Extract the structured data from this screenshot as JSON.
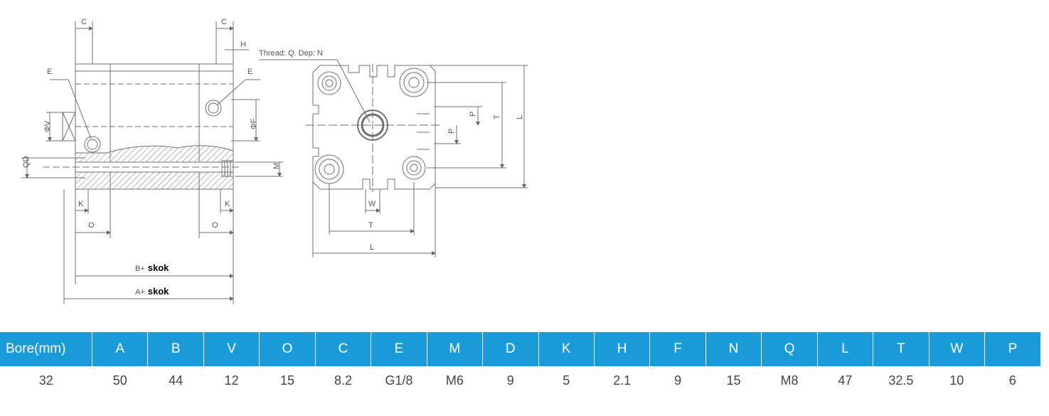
{
  "drawing": {
    "labels": {
      "c_left": "C",
      "c_right": "C",
      "h": "H",
      "e_left": "E",
      "e_right": "E",
      "phi_v": "ΦV",
      "phi_f": "ΦF",
      "qd": "QD",
      "m": "M",
      "k_left": "K",
      "k_right": "K",
      "o_left": "O",
      "o_right": "O",
      "b_stroke_prefix": "B+",
      "b_stroke_word": "skok",
      "a_stroke_prefix": "A+",
      "a_stroke_word": "skok",
      "thread": "Thread: Q. Dep: N",
      "p_upper": "P",
      "p_lower": "P",
      "t_side": "T",
      "l_side": "L",
      "w_bottom": "W",
      "t_bottom": "T",
      "l_bottom": "L"
    }
  },
  "spec_table": {
    "headers": [
      "Bore(mm)",
      "A",
      "B",
      "V",
      "O",
      "C",
      "E",
      "M",
      "D",
      "K",
      "H",
      "F",
      "N",
      "Q",
      "L",
      "T",
      "W",
      "P"
    ],
    "rows": [
      [
        "32",
        "50",
        "44",
        "12",
        "15",
        "8.2",
        "G1/8",
        "M6",
        "9",
        "5",
        "2.1",
        "9",
        "15",
        "M8",
        "47",
        "32.5",
        "10",
        "6"
      ]
    ]
  },
  "colors": {
    "table_header_bg": "#1a9ad6",
    "line": "#6f6f6f"
  }
}
